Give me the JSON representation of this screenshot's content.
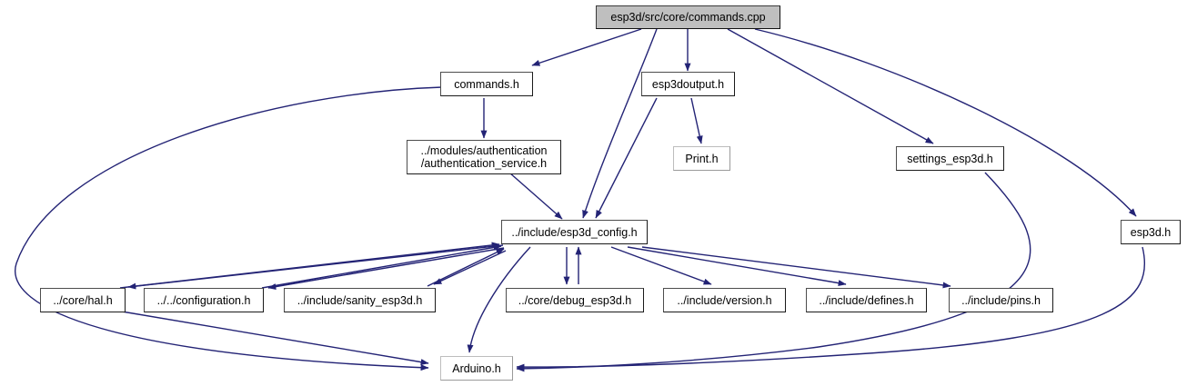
{
  "graph": {
    "title": "esp3d/src/core/commands.cpp include dependency graph",
    "type": "include-dependency-graph",
    "edge_color": "#232375",
    "root_fill": "#bfbfbf",
    "node_fill": "#ffffff",
    "node_border": "#4d4d4d",
    "external_node_border": "#bdbdbd",
    "background": "#ffffff"
  },
  "nodes": [
    {
      "id": "commands_cpp",
      "label": "esp3d/src/core/commands.cpp",
      "kind": "root"
    },
    {
      "id": "commands_h",
      "label": "commands.h",
      "kind": "normal"
    },
    {
      "id": "esp3doutput_h",
      "label": "esp3doutput.h",
      "kind": "normal"
    },
    {
      "id": "auth_service_h",
      "label": "../modules/authentication\n/authentication_service.h",
      "kind": "normal"
    },
    {
      "id": "print_h",
      "label": "Print.h",
      "kind": "external"
    },
    {
      "id": "settings_esp3d_h",
      "label": "settings_esp3d.h",
      "kind": "normal"
    },
    {
      "id": "esp3d_config_h",
      "label": "../include/esp3d_config.h",
      "kind": "normal"
    },
    {
      "id": "esp3d_h",
      "label": "esp3d.h",
      "kind": "normal"
    },
    {
      "id": "hal_h",
      "label": "../core/hal.h",
      "kind": "normal"
    },
    {
      "id": "configuration_h",
      "label": "../../configuration.h",
      "kind": "normal"
    },
    {
      "id": "sanity_esp3d_h",
      "label": "../include/sanity_esp3d.h",
      "kind": "normal"
    },
    {
      "id": "debug_esp3d_h",
      "label": "../core/debug_esp3d.h",
      "kind": "normal"
    },
    {
      "id": "version_h",
      "label": "../include/version.h",
      "kind": "normal"
    },
    {
      "id": "defines_h",
      "label": "../include/defines.h",
      "kind": "normal"
    },
    {
      "id": "pins_h",
      "label": "../include/pins.h",
      "kind": "normal"
    },
    {
      "id": "arduino_h",
      "label": "Arduino.h",
      "kind": "external"
    }
  ],
  "edges": [
    {
      "from": "commands_cpp",
      "to": "commands_h"
    },
    {
      "from": "commands_cpp",
      "to": "esp3doutput_h"
    },
    {
      "from": "commands_cpp",
      "to": "esp3d_config_h"
    },
    {
      "from": "commands_cpp",
      "to": "settings_esp3d_h"
    },
    {
      "from": "commands_cpp",
      "to": "esp3d_h"
    },
    {
      "from": "commands_h",
      "to": "auth_service_h"
    },
    {
      "from": "commands_h",
      "to": "arduino_h"
    },
    {
      "from": "esp3doutput_h",
      "to": "print_h"
    },
    {
      "from": "esp3doutput_h",
      "to": "esp3d_config_h"
    },
    {
      "from": "auth_service_h",
      "to": "esp3d_config_h"
    },
    {
      "from": "settings_esp3d_h",
      "to": "arduino_h"
    },
    {
      "from": "esp3d_h",
      "to": "arduino_h"
    },
    {
      "from": "esp3d_config_h",
      "to": "hal_h"
    },
    {
      "from": "esp3d_config_h",
      "to": "configuration_h"
    },
    {
      "from": "esp3d_config_h",
      "to": "sanity_esp3d_h"
    },
    {
      "from": "esp3d_config_h",
      "to": "debug_esp3d_h"
    },
    {
      "from": "esp3d_config_h",
      "to": "version_h"
    },
    {
      "from": "esp3d_config_h",
      "to": "defines_h"
    },
    {
      "from": "esp3d_config_h",
      "to": "pins_h"
    },
    {
      "from": "esp3d_config_h",
      "to": "arduino_h"
    },
    {
      "from": "hal_h",
      "to": "esp3d_config_h"
    },
    {
      "from": "hal_h",
      "to": "arduino_h"
    },
    {
      "from": "configuration_h",
      "to": "esp3d_config_h"
    },
    {
      "from": "sanity_esp3d_h",
      "to": "esp3d_config_h"
    },
    {
      "from": "debug_esp3d_h",
      "to": "esp3d_config_h"
    }
  ]
}
